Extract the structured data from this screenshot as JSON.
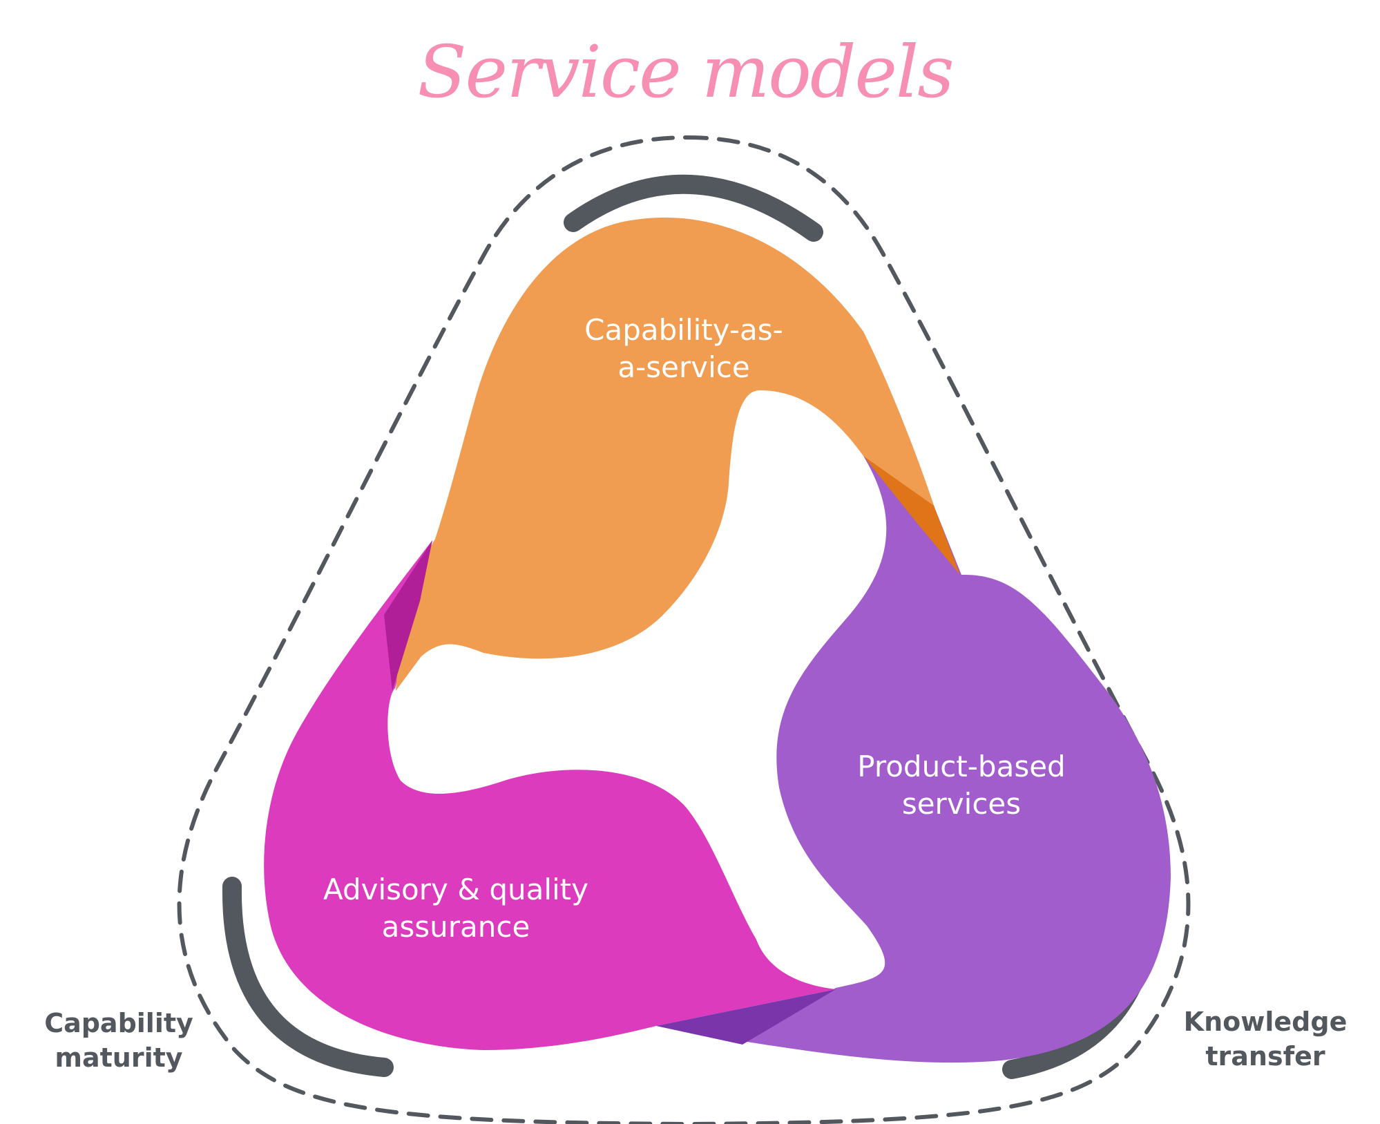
{
  "title": "Service models",
  "segments": {
    "top": {
      "line1": "Capability-as-",
      "line2": "a-service",
      "color": "#f09d52"
    },
    "right": {
      "line1": "Product-based",
      "line2": "services",
      "color": "#a05dcb"
    },
    "left": {
      "line1": "Advisory & quality",
      "line2": "assurance",
      "color": "#dc3bbd"
    }
  },
  "side_labels": {
    "left": {
      "line1": "Capability",
      "line2": "maturity"
    },
    "right": {
      "line1": "Knowledge",
      "line2": "transfer"
    }
  },
  "colors": {
    "title": "#f78fb3",
    "outline": "#53575e",
    "overlap_orange": "#e07418",
    "overlap_magenta": "#b01f97",
    "overlap_purple": "#7a35aa"
  }
}
